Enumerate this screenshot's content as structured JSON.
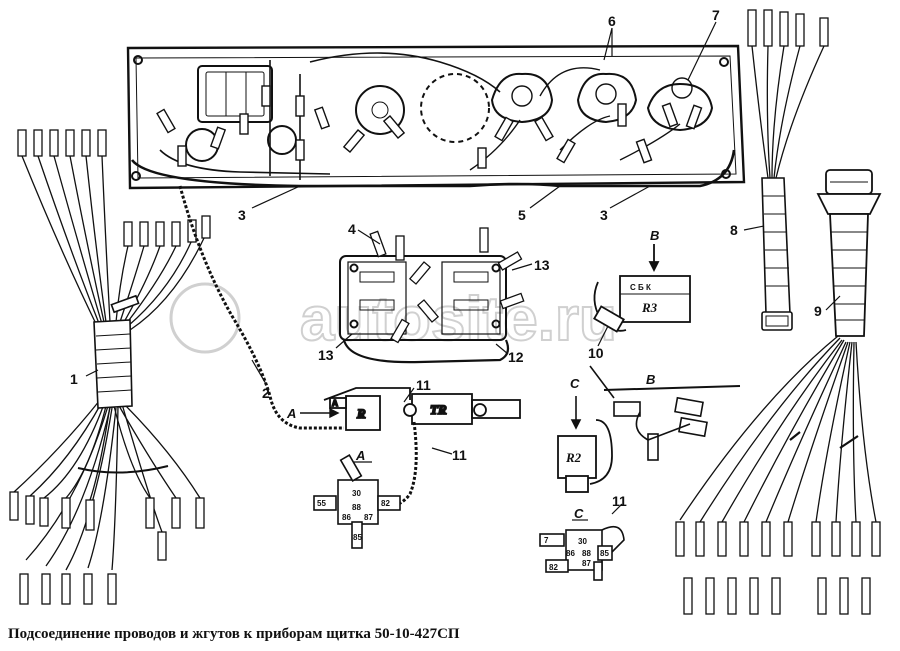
{
  "caption": "Подсоединение проводов и жгутов к приборам щитка 50-10-427СП",
  "watermark": "autosite.ru",
  "callouts": [
    {
      "id": "c1",
      "label": "1"
    },
    {
      "id": "c2",
      "label": "2"
    },
    {
      "id": "c3a",
      "label": "3"
    },
    {
      "id": "c3b",
      "label": "3"
    },
    {
      "id": "c4",
      "label": "4"
    },
    {
      "id": "c5",
      "label": "5"
    },
    {
      "id": "c6",
      "label": "6"
    },
    {
      "id": "c7",
      "label": "7"
    },
    {
      "id": "c8",
      "label": "8"
    },
    {
      "id": "c9",
      "label": "9"
    },
    {
      "id": "c10",
      "label": "10"
    },
    {
      "id": "c11a",
      "label": "11"
    },
    {
      "id": "c11b",
      "label": "11"
    },
    {
      "id": "c11c",
      "label": "11"
    },
    {
      "id": "c12",
      "label": "12"
    },
    {
      "id": "c13a",
      "label": "13"
    },
    {
      "id": "c13b",
      "label": "13"
    }
  ],
  "view_marks": {
    "a1": "A",
    "a2": "A",
    "a_view": "A",
    "b_top": "B",
    "b_mid": "B",
    "c_mid": "C",
    "c_low": "C"
  },
  "boxes": {
    "r": "R",
    "tr": "TR",
    "r3": "R3",
    "r2": "R2",
    "r3_pins": "С Б К"
  },
  "relay_pins": {
    "a_30": "30",
    "a_88": "88",
    "a_86": "86",
    "a_87": "87",
    "a_85": "85",
    "c_30": "30",
    "c_88": "88",
    "c_86": "86",
    "c_87": "87",
    "c_85": "85"
  },
  "connector_tags": {
    "a_left": "55",
    "a_right": "82",
    "c_left": "7",
    "c_bottom": "82"
  }
}
